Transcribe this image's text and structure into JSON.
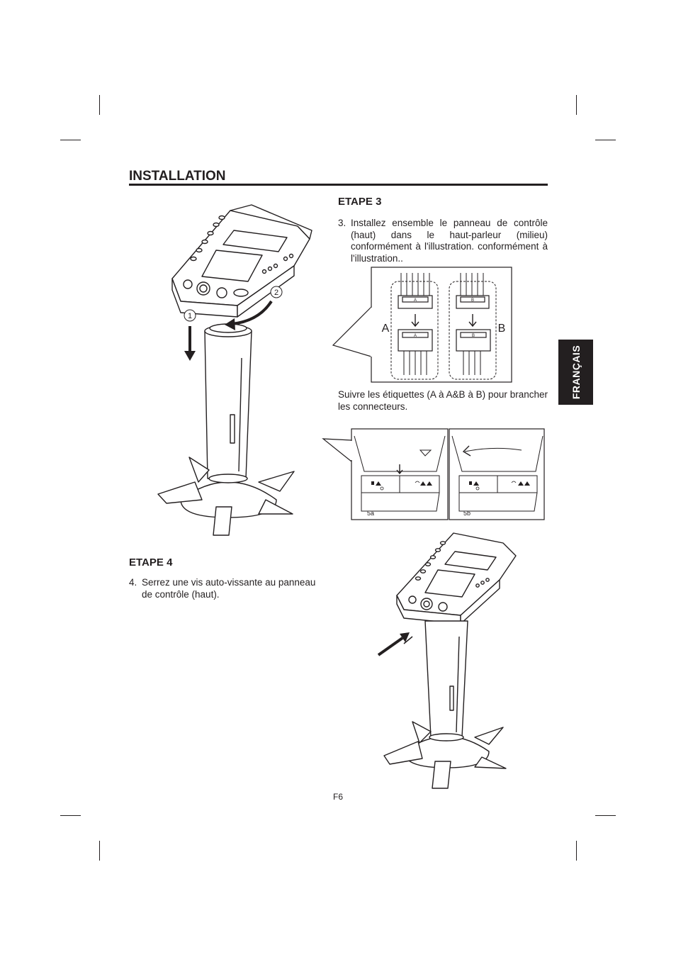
{
  "header": {
    "title": "INSTALLATION"
  },
  "language_tab": {
    "label": "FRANÇAIS"
  },
  "step3": {
    "heading": "ETAPE 3",
    "number": "3.",
    "text": "Installez ensemble le panneau de contrôle (haut) dans le haut-parleur (milieu) conformément à l'illustration. conformément à l'illustration..",
    "note": "Suivre les étiquettes (A à A&B à B) pour brancher les connecteurs."
  },
  "step4": {
    "heading": "ETAPE 4",
    "number": "4.",
    "text": "Serrez une vis auto-vissante au panneau de contrôle (haut)."
  },
  "figure1": {
    "callout_1": "1",
    "callout_2": "2"
  },
  "connector_figure": {
    "label_a": "A",
    "label_b": "B",
    "plug_a": "A",
    "plug_b": "B"
  },
  "lock_figure": {
    "label_5a": "5a",
    "label_5b": "5b"
  },
  "footer": {
    "page_number": "F6"
  }
}
